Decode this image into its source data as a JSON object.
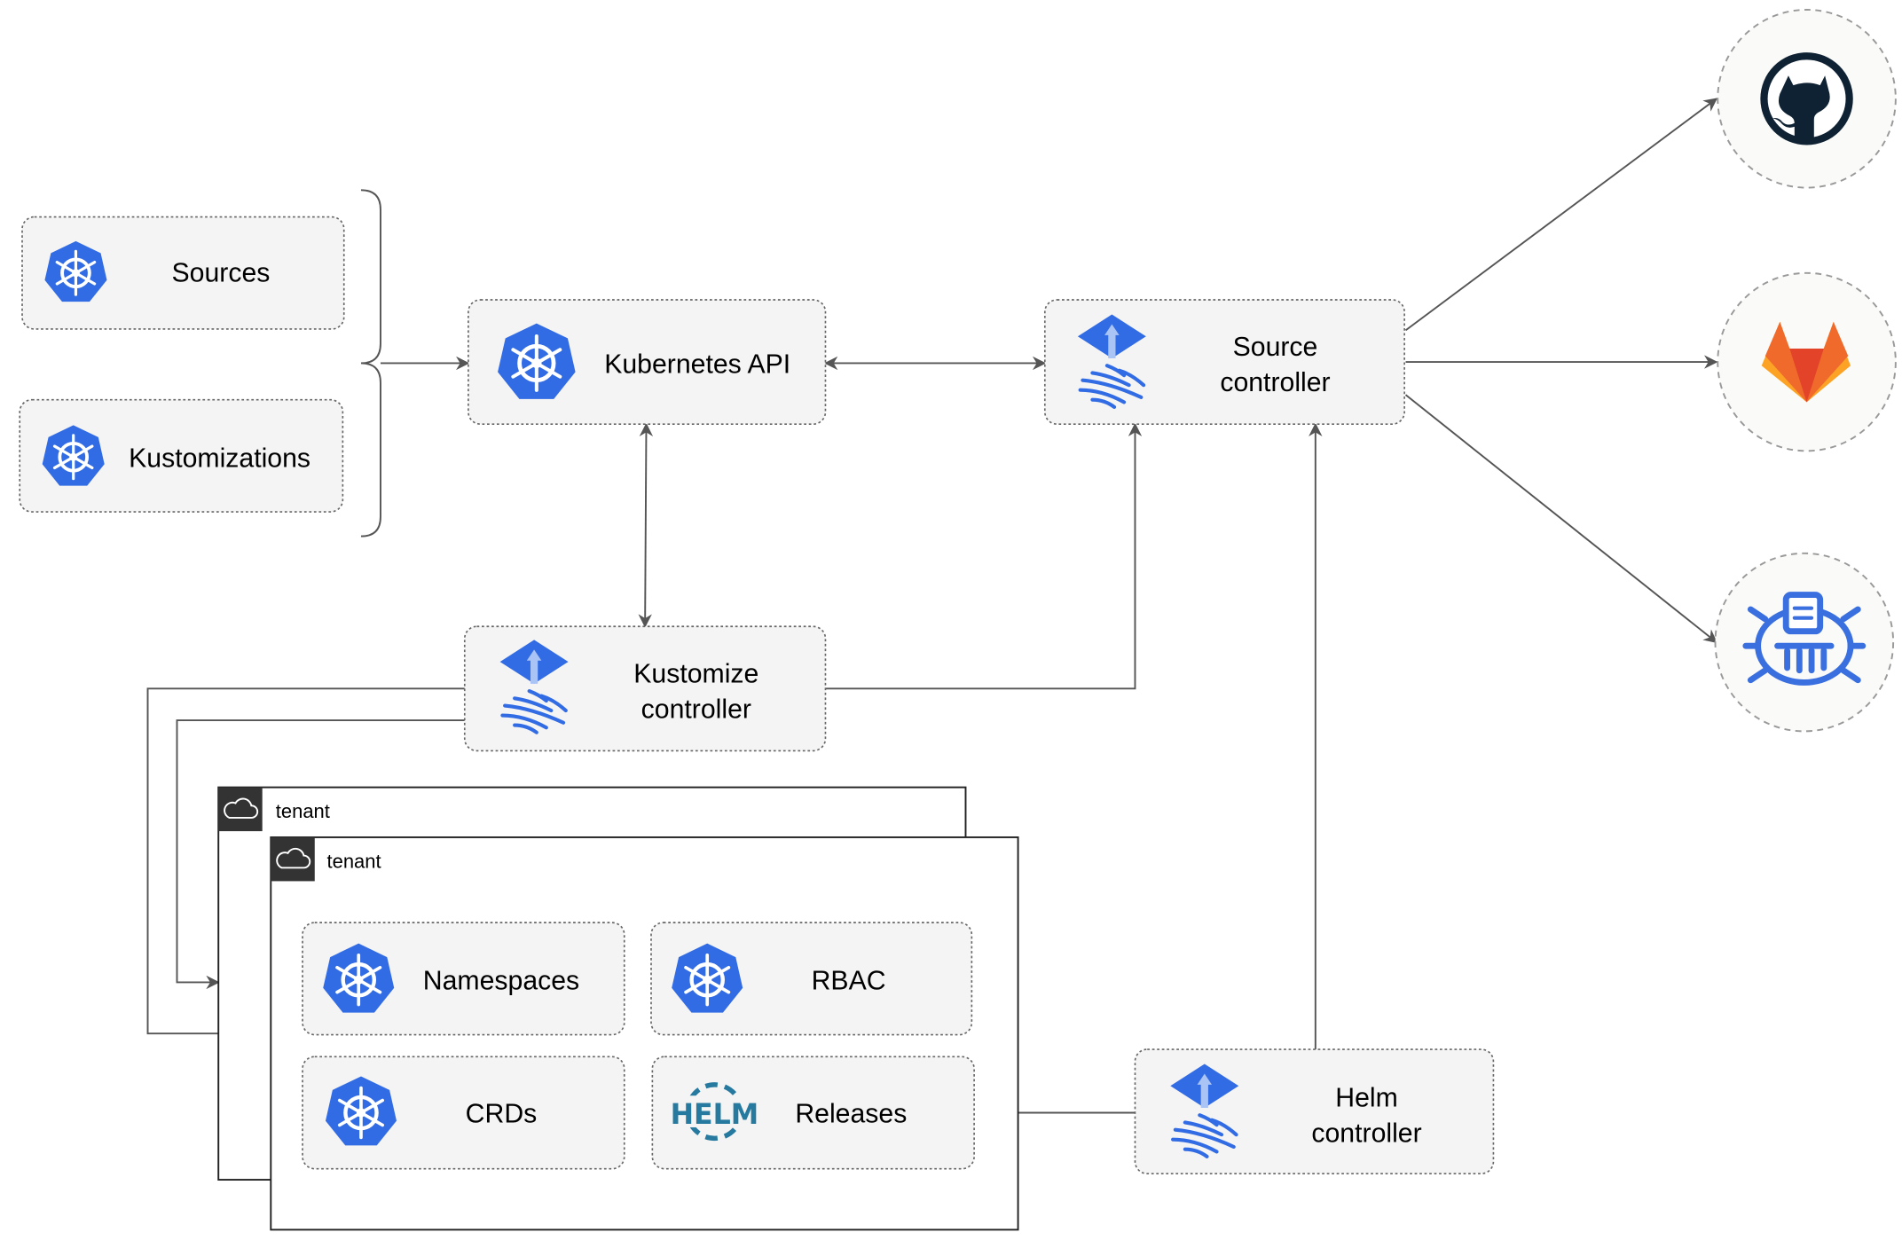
{
  "nodes": {
    "sources": "Sources",
    "kustomizations": "Kustomizations",
    "kubernetes_api": "Kubernetes API",
    "source_controller": [
      "Source",
      "controller"
    ],
    "kustomize_controller": [
      "Kustomize",
      "controller"
    ],
    "helm_controller": [
      "Helm",
      "controller"
    ],
    "namespaces": "Namespaces",
    "rbac": "RBAC",
    "crds": "CRDs",
    "releases": "Releases"
  },
  "tenants": [
    "tenant",
    "tenant"
  ],
  "helm_logo_text": "HELM",
  "external": [
    "github-icon",
    "gitlab-icon",
    "harbor-registry-icon"
  ],
  "colors": {
    "kubernetes": "#326ce5",
    "flux": "#326ce5",
    "helm": "#277a9f",
    "github": "#0f2233",
    "gitlab_dark": "#e24329",
    "gitlab_light": "#fca326"
  }
}
